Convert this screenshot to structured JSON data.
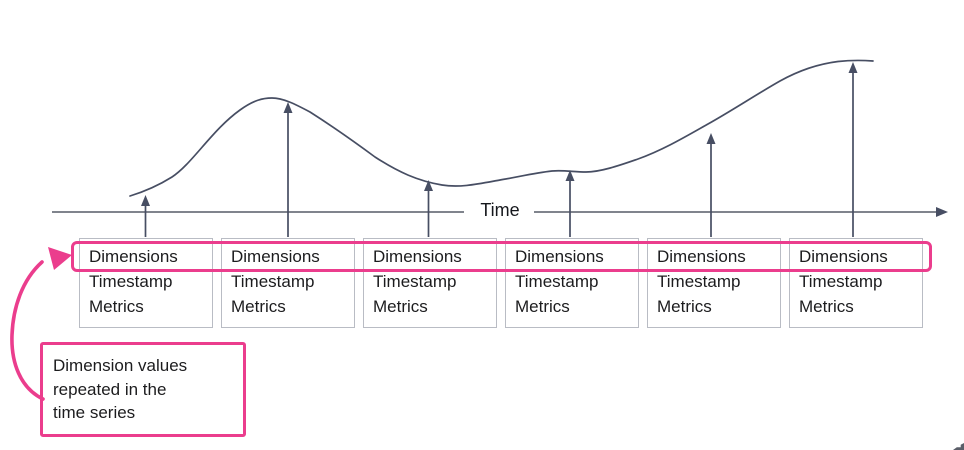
{
  "diagram_title": "time-series-dimensions-diagram",
  "axis": {
    "label": "Time"
  },
  "records": [
    {
      "fields": [
        "Dimensions",
        "Timestamp",
        "Metrics"
      ]
    },
    {
      "fields": [
        "Dimensions",
        "Timestamp",
        "Metrics"
      ]
    },
    {
      "fields": [
        "Dimensions",
        "Timestamp",
        "Metrics"
      ]
    },
    {
      "fields": [
        "Dimensions",
        "Timestamp",
        "Metrics"
      ]
    },
    {
      "fields": [
        "Dimensions",
        "Timestamp",
        "Metrics"
      ]
    },
    {
      "fields": [
        "Dimensions",
        "Timestamp",
        "Metrics"
      ]
    }
  ],
  "callout": {
    "text": "Dimension values repeated in the time series",
    "lines": [
      "Dimension values",
      "repeated in the",
      "time series"
    ]
  },
  "colors": {
    "accent_pink": "#eb3d8d",
    "curve_stroke": "#474e63",
    "axis_stroke": "#6e727d",
    "box_border": "#b9bcc4",
    "text": "#1c1c1e"
  }
}
